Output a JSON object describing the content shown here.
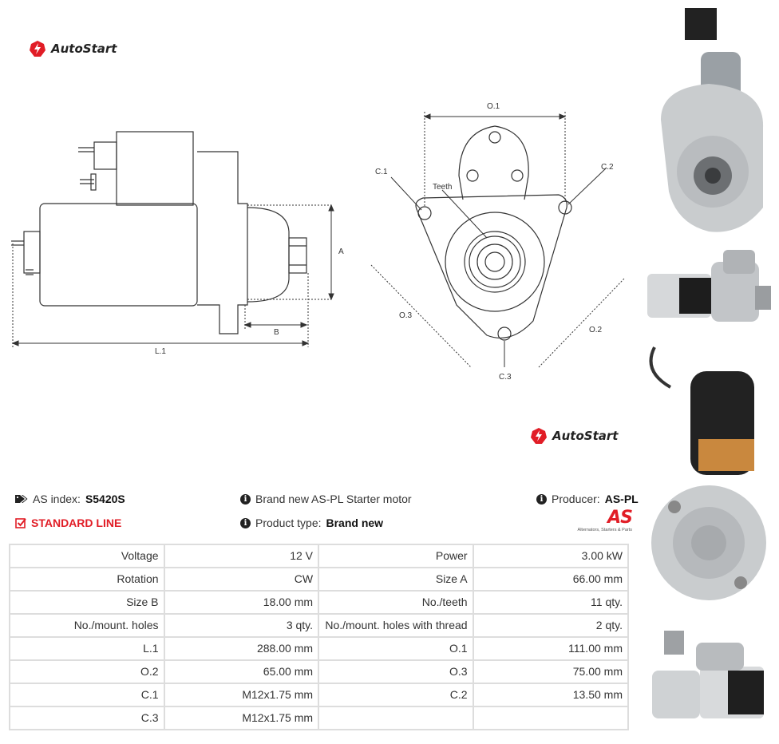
{
  "brand": "AutoStart",
  "drawing_labels": {
    "a": "A",
    "b": "B",
    "l1": "L.1",
    "o1": "O.1",
    "o2": "O.2",
    "o3": "O.3",
    "c1": "C.1",
    "c2": "C.2",
    "c3": "C.3",
    "teeth": "Teeth"
  },
  "info": {
    "as_index_label": "AS index:",
    "as_index_value": "S5420S",
    "line": "STANDARD LINE",
    "description": "Brand new AS-PL Starter motor",
    "product_type_label": "Product type:",
    "product_type_value": "Brand new",
    "producer_label": "Producer:",
    "producer_value": "AS-PL",
    "producer_logo_text": "AS",
    "producer_tagline": "Alternators, Starters & Parts"
  },
  "specs": [
    [
      "Voltage",
      "12 V",
      "Power",
      "3.00 kW"
    ],
    [
      "Rotation",
      "CW",
      "Size A",
      "66.00 mm"
    ],
    [
      "Size B",
      "18.00 mm",
      "No./teeth",
      "11 qty."
    ],
    [
      "No./mount. holes",
      "3 qty.",
      "No./mount. holes with thread",
      "2 qty."
    ],
    [
      "L.1",
      "288.00 mm",
      "O.1",
      "111.00 mm"
    ],
    [
      "O.2",
      "65.00 mm",
      "O.3",
      "75.00 mm"
    ],
    [
      "C.1",
      "M12x1.75 mm",
      "C.2",
      "13.50 mm"
    ],
    [
      "C.3",
      "M12x1.75 mm",
      "",
      ""
    ]
  ],
  "colors": {
    "accent_red": "#e11d26",
    "border": "#dddddd"
  }
}
